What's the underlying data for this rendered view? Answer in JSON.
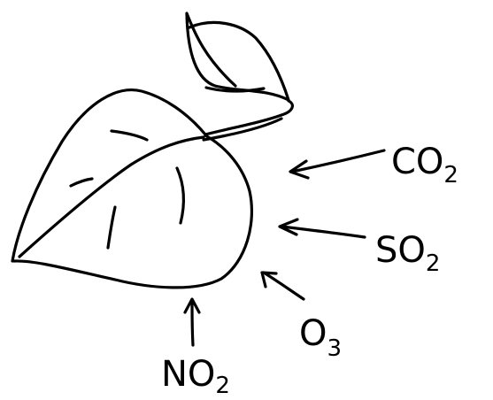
{
  "colors": {
    "ink": "#000000",
    "background": "#ffffff"
  },
  "illustration": {
    "large_leaf": "leaf-icon",
    "small_leaf": "leaf-icon"
  },
  "labels": {
    "co2": {
      "main": "CO",
      "sub": "2"
    },
    "so2": {
      "main": "SO",
      "sub": "2"
    },
    "o3": {
      "main": "O",
      "sub": "3"
    },
    "no2": {
      "main": "NO",
      "sub": "2"
    }
  }
}
